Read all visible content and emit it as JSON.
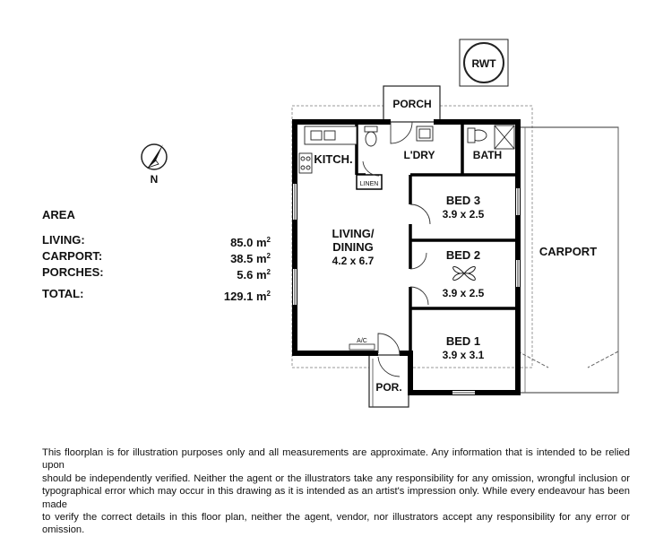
{
  "rwt": "RWT",
  "compass": {
    "letter": "N"
  },
  "rooms": {
    "porch_top": "PORCH",
    "kitchen": "KITCH.",
    "laundry": "L'DRY",
    "bath": "BATH",
    "linen": "LINEN",
    "living_line1": "LIVING/",
    "living_line2": "DINING",
    "living_dim": "4.2 x 6.7",
    "bed3": "BED 3",
    "bed3_dim": "3.9 x 2.5",
    "bed2": "BED 2",
    "bed2_dim": "3.9 x 2.5",
    "bed1": "BED 1",
    "bed1_dim": "3.9 x 3.1",
    "carport": "CARPORT",
    "porch_bottom": "POR.",
    "ac": "A/C"
  },
  "area": {
    "title": "AREA",
    "rows": [
      {
        "label": "LIVING:",
        "value": "85.0 m",
        "unit_sup": "2"
      },
      {
        "label": "CARPORT:",
        "value": "38.5 m",
        "unit_sup": "2"
      },
      {
        "label": "PORCHES:",
        "value": "5.6 m",
        "unit_sup": "2"
      }
    ],
    "total": {
      "label": "TOTAL:",
      "value": "129.1 m",
      "unit_sup": "2"
    }
  },
  "disclaimer": [
    "This floorplan is for illustration purposes only and all measurements are approximate. Any information that is intended to be relied upon",
    "should be independently verified. Neither the agent or the illustrators take any responsibility for any omission, wrongful inclusion or",
    "typographical error which may occur in this drawing as it is intended as an artist's impression only. While every endeavour has been made",
    "to verify the correct details in this floor plan, neither the agent, vendor, nor illustrators accept any responsibility for any error or omission."
  ]
}
